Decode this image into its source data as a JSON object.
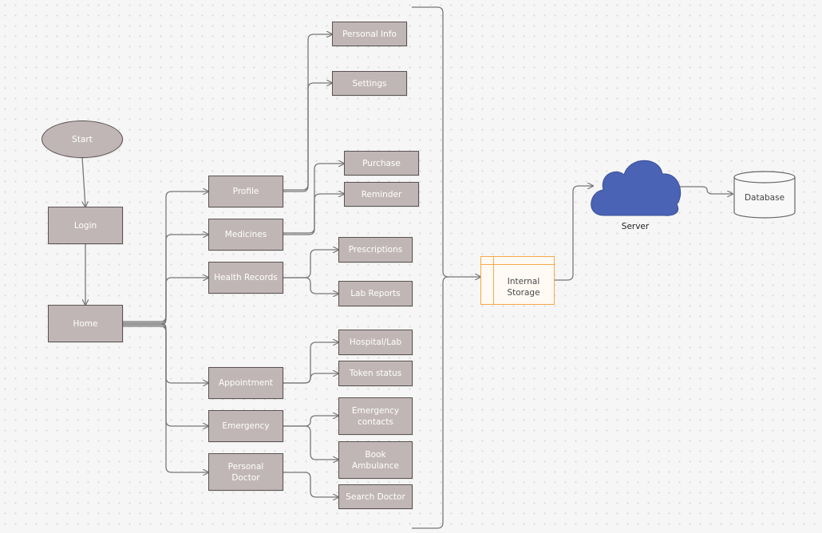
{
  "nodes": {
    "start": "Start",
    "login": "Login",
    "home": "Home",
    "profile": "Profile",
    "medicines": "Medicines",
    "health_records": "Health Records",
    "appointment": "Appointment",
    "emergency": "Emergency",
    "personal_doctor": "Personal\nDoctor",
    "personal_info": "Personal Info",
    "settings": "Settings",
    "purchase": "Purchase",
    "reminder": "Reminder",
    "prescriptions": "Prescriptions",
    "lab_reports": "Lab Reports",
    "hospital_lab": "Hospital/Lab",
    "token_status": "Token status",
    "emergency_contacts": "Emergency\ncontacts",
    "book_ambulance": "Book\nAmbulance",
    "search_doctor": "Search Doctor",
    "internal_storage": "Internal\nStorage",
    "server": "Server",
    "database": "Database"
  },
  "colors": {
    "node_fill": "#c1b6b6",
    "node_border": "#5a5353",
    "connector": "#777777",
    "cloud": "#4a63b5",
    "storage": "#f5a94a"
  },
  "icons": {
    "server": "cloud-icon",
    "database": "cylinder-icon",
    "internal_storage": "storage-icon"
  }
}
